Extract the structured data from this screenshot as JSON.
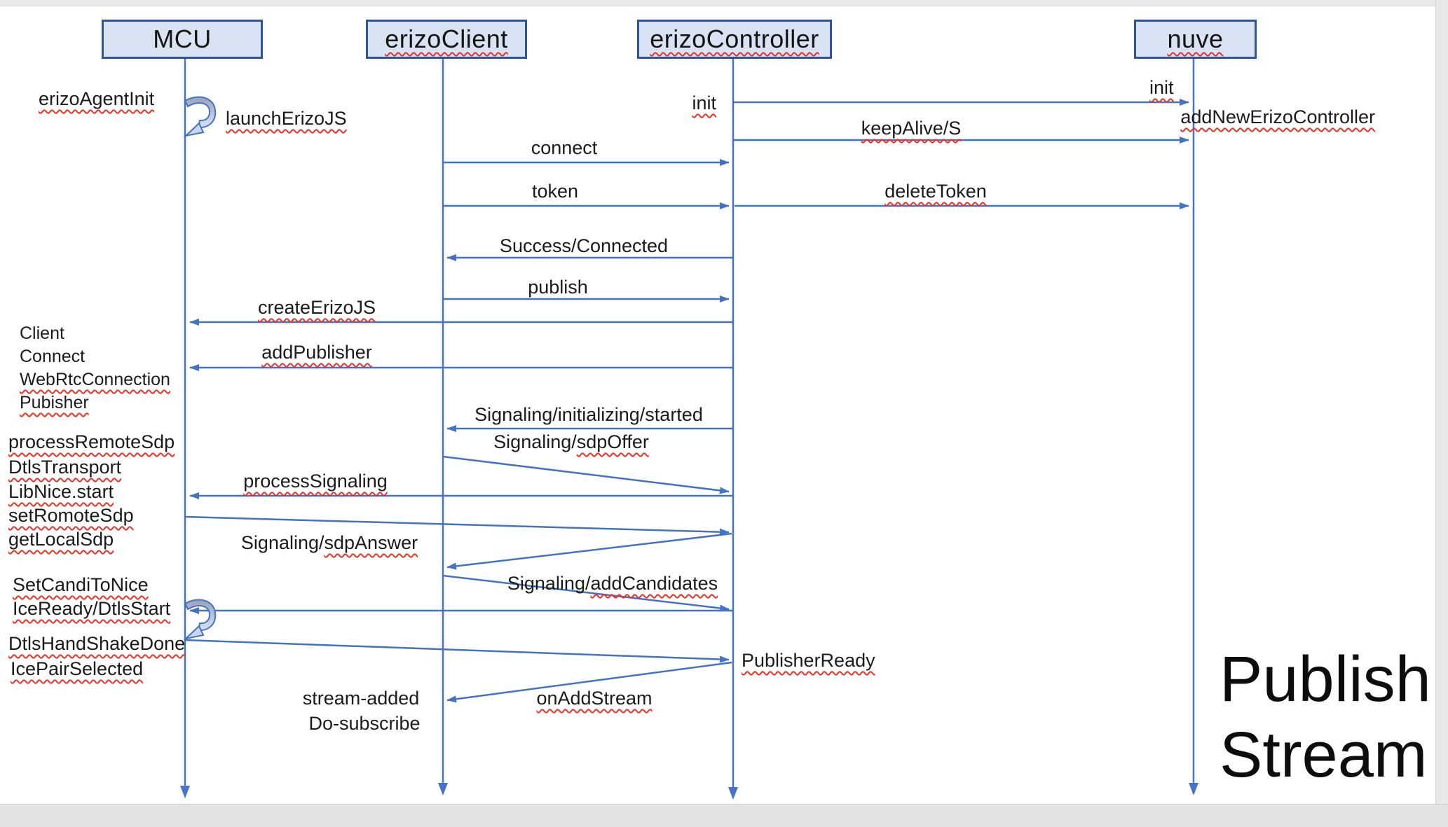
{
  "colors": {
    "arrow_blue": "#4472c4",
    "box_fill": "#dae3f3",
    "box_border": "#2e5597",
    "squiggle_red": "#ee3124",
    "text": "#1b1b1b",
    "frame_gray": "#e9e9e9"
  },
  "actors": [
    {
      "label": "MCU"
    },
    {
      "label": "erizoClient"
    },
    {
      "label": "erizoController"
    },
    {
      "label": "nuve"
    }
  ],
  "messages": {
    "erizo_agent_init": "erizoAgentInit",
    "launch_erizojs": "launchErizoJS",
    "init_controller": "init",
    "init_nuve": "init",
    "keepalive": "keepAlive/S",
    "add_new_erizo_controller": "addNewErizoController",
    "connect": "connect",
    "token": "token",
    "delete_token": "deleteToken",
    "success_connected": "Success/Connected",
    "publish": "publish",
    "create_erizojs": "createErizoJS",
    "add_publisher": "addPublisher",
    "signaling_init": "Signaling/initializing/started",
    "sdp_offer": {
      "prefix": "Signaling/",
      "flagged": "sdpOffer"
    },
    "process_signaling": "processSignaling",
    "sdp_answer": {
      "prefix": "Signaling/",
      "flagged": "sdpAnswer"
    },
    "add_candidates": {
      "prefix": "Signaling/",
      "flagged": "addCandidates"
    },
    "publisher_ready": "PublisherReady",
    "on_add_stream": "onAddStream",
    "stream_added": "stream-added",
    "do_subscribe": "Do-subscribe"
  },
  "notes": {
    "block1": [
      "Client",
      "Connect",
      "WebRtcConnection",
      "Pubisher"
    ],
    "block2": [
      "processRemoteSdp",
      "DtlsTransport",
      "LibNice.start",
      "setRomoteSdp",
      "getLocalSdp"
    ],
    "block3": [
      "SetCandiToNice",
      "IceReady/DtlsStart"
    ],
    "block4": [
      "DtlsHandShakeDone",
      "IcePairSelected"
    ]
  },
  "title": {
    "line1": "Publish",
    "line2": "Stream"
  }
}
